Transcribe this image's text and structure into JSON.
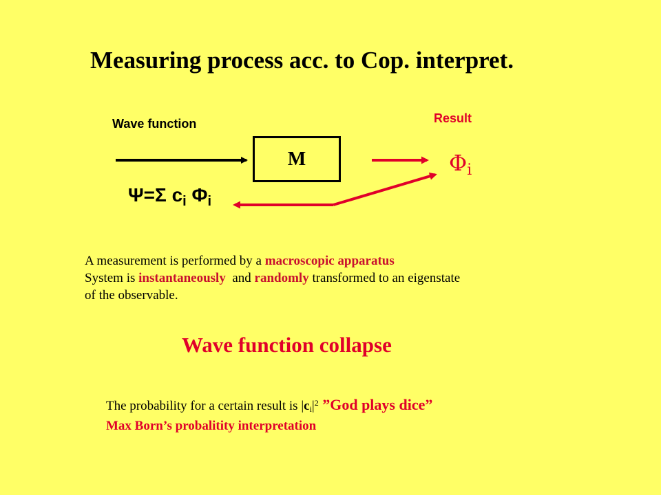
{
  "slide": {
    "title": "Measuring process acc. to Cop. interpret.",
    "diagram": {
      "wave_function_label": "Wave function",
      "result_label": "Result",
      "box_label": "M",
      "result_symbol": "Φ",
      "result_subscript": "i",
      "psi_equation": "Ψ=Σ c",
      "psi_sub_1": "i",
      "psi_phi": " Φ",
      "psi_sub_2": "i"
    },
    "paragraph": {
      "line1_pre": "A measurement is performed by a ",
      "line1_red": "macroscopic apparatus",
      "line2_pre": "System is ",
      "line2_red1": "instantaneously",
      "line2_mid": "  and ",
      "line2_red2": "randomly",
      "line2_post": " transformed to an eigenstate",
      "line3": "of the observable."
    },
    "collapse": "Wave function collapse",
    "probability": {
      "text_pre": "The probability for a certain result is |",
      "c": "c",
      "sub": "i",
      "bar": "|",
      "sup": "2",
      "dice": " ”God plays dice”"
    },
    "born": "Max Born’s probalitity interpretation"
  },
  "colors": {
    "background": "#FFFF66",
    "accent_red": "#E0002A",
    "text": "#000000"
  }
}
